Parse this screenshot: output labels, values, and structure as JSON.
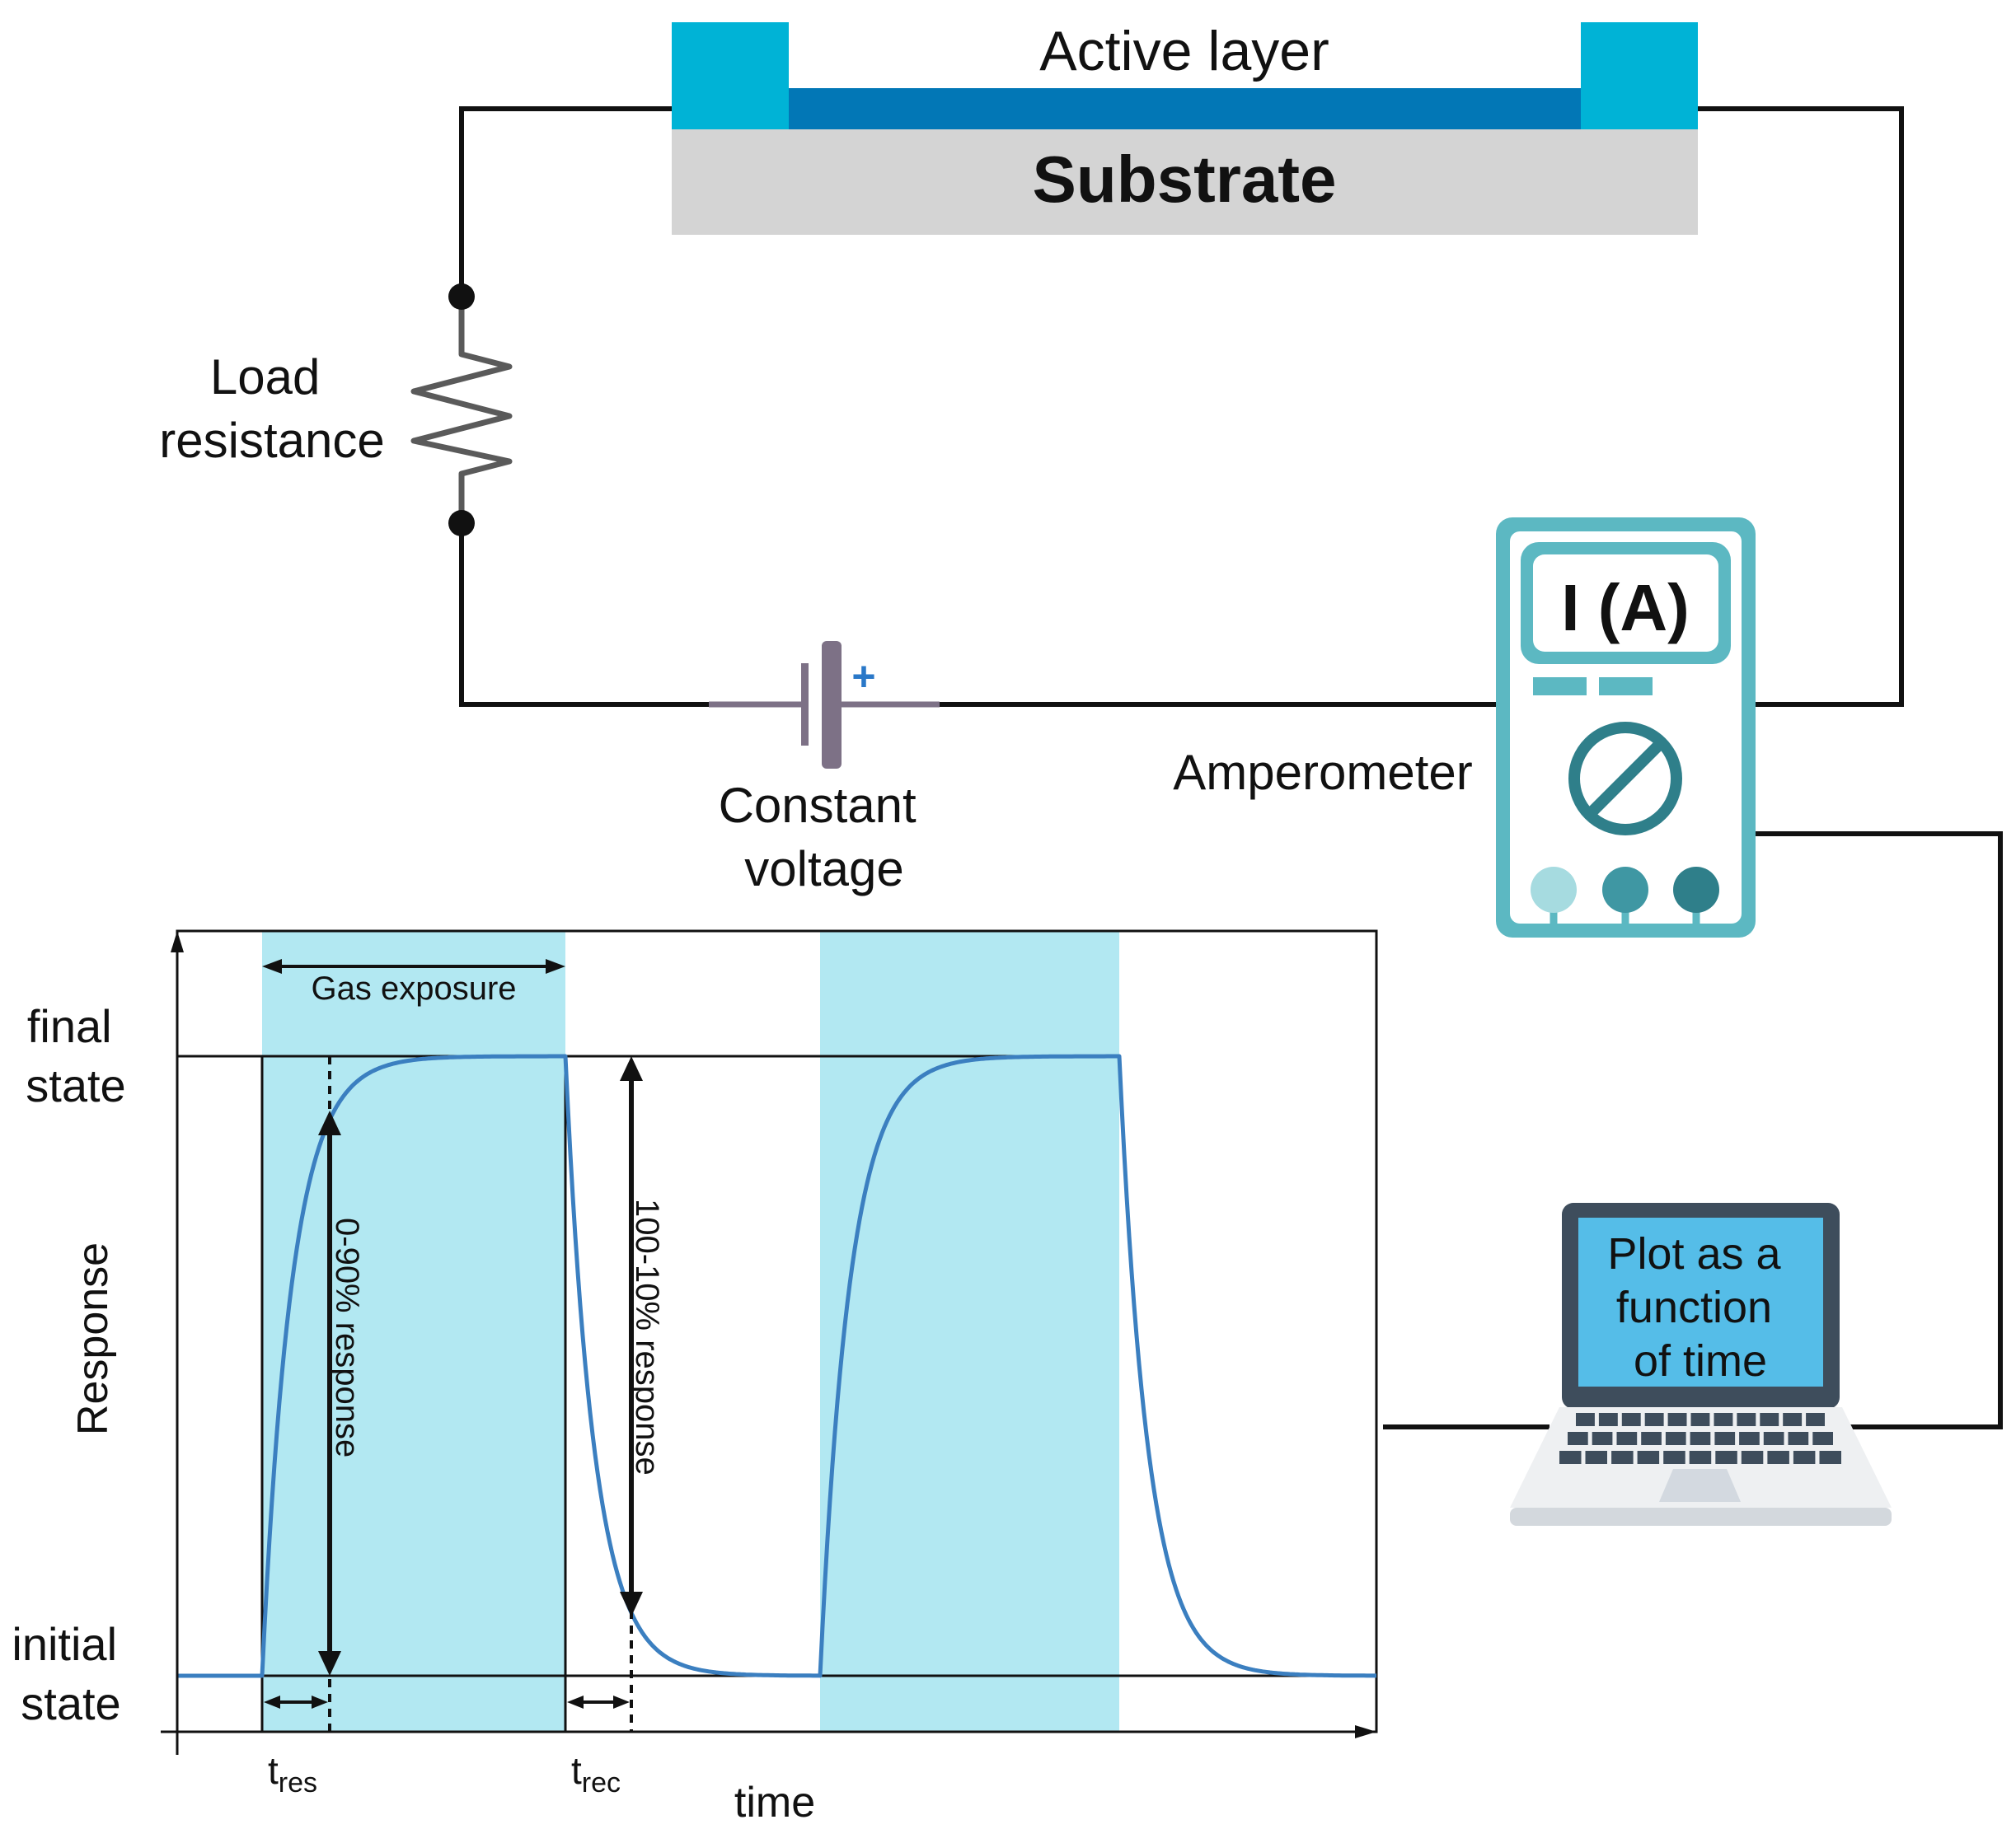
{
  "device": {
    "active_layer_label": "Active layer",
    "substrate_label": "Substrate"
  },
  "circuit": {
    "load_label_line1": "Load",
    "load_label_line2": "resistance",
    "voltage_label_line1": "Constant",
    "voltage_label_line2": "voltage",
    "plus_sign": "+",
    "amperometer_label": "Amperometer",
    "meter_display": "I (A)"
  },
  "laptop": {
    "screen_line1": "Plot as a",
    "screen_line2": "function",
    "screen_line3": "of time"
  },
  "plot": {
    "ylabel": "Response",
    "xlabel": "time",
    "final_state_line1": "final",
    "final_state_line2": "state",
    "initial_state_line1": "initial",
    "initial_state_line2": "state",
    "gas_exposure": "Gas exposure",
    "rise_annotation": "0-90% response",
    "fall_annotation": "100-10% response",
    "t_res_main": "t",
    "t_res_sub": "res",
    "t_rec_main": "t",
    "t_rec_sub": "rec"
  },
  "colors": {
    "contact": "#00b3d6",
    "active_layer": "#0277b6",
    "substrate": "#d4d4d4",
    "meter": "#5cb8c2",
    "meter_dark": "#2f7f8a",
    "exposure_band": "#b2e8f2",
    "curve": "#3b7fc0",
    "laptop_screen": "#55bde8",
    "laptop_frame": "#3e4d5c",
    "battery": "#7d7186"
  }
}
